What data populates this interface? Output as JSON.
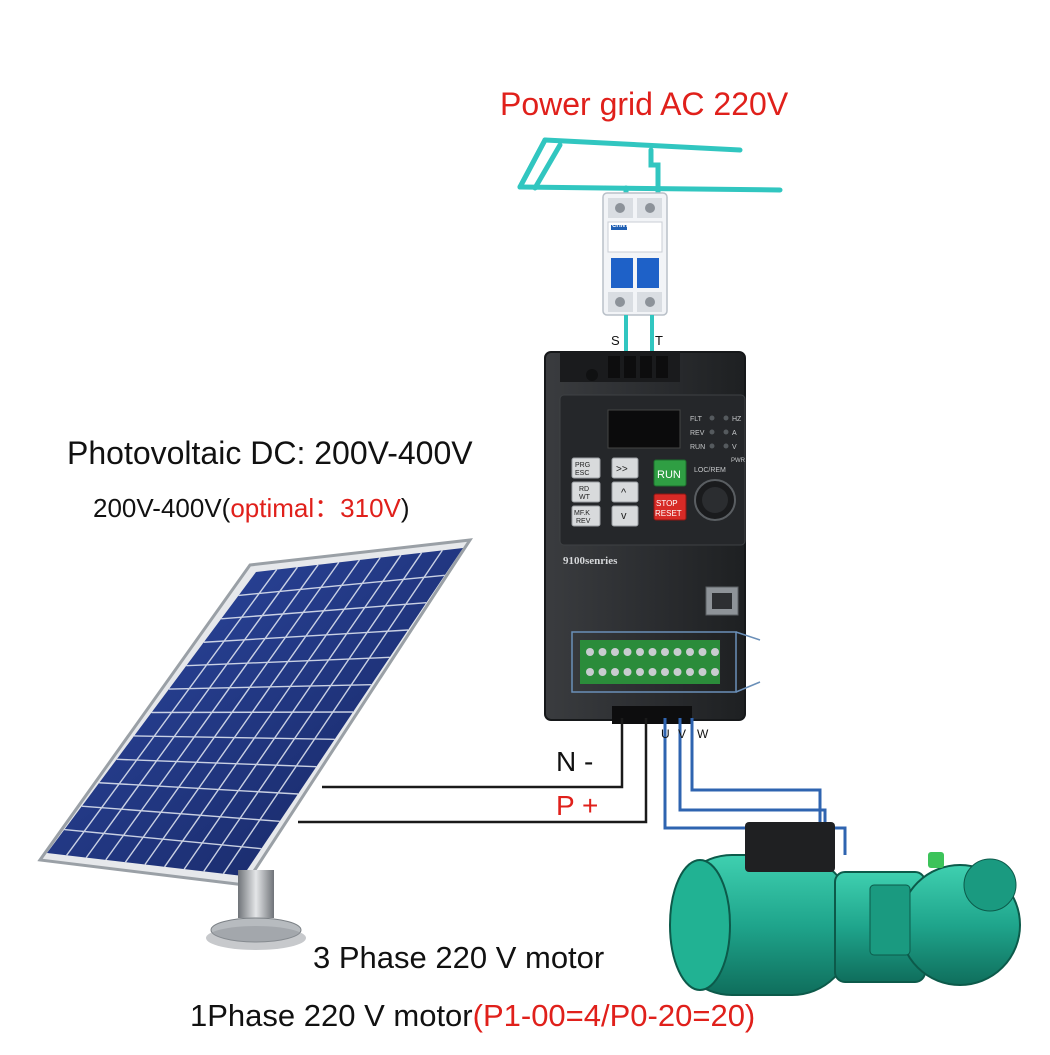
{
  "grid": {
    "title": "Power grid AC 220V",
    "terminal_s": "S",
    "terminal_t": "T"
  },
  "breaker": {
    "brand": "CHNT"
  },
  "pv": {
    "title": "Photovoltaic DC: 200V-400V",
    "range": "200V-400V",
    "paren_open": "(",
    "optimal": "optimal：310V",
    "paren_close": ")"
  },
  "inverter": {
    "series": "9100senries",
    "buttons": {
      "prg": "PRG\nESC",
      "shift": ">>",
      "run": "RUN",
      "rd": "RD\nWT",
      "up": "^",
      "mfk": "MF.K\nREV",
      "down": "v",
      "stop": "STOP\nRESET"
    },
    "indicators": {
      "flt": "FLT",
      "rev": "REV",
      "run": "RUN",
      "hz": "HZ",
      "a": "A",
      "v": "V",
      "pwr": "PWR",
      "locrem": "LOC/REM"
    },
    "out_u": "U",
    "out_v": "V",
    "out_w": "W"
  },
  "dc": {
    "neg": "N -",
    "pos": "P +"
  },
  "motor": {
    "three_phase": "3 Phase 220 V motor",
    "one_phase": "1Phase 220 V motor",
    "params": "(P1-00=4/P0-20=20)"
  },
  "colors": {
    "grid_wire": "#31c6c0",
    "red_text": "#e0201b",
    "motor_wire": "#2f64b0",
    "inverter_body": "#2e3033",
    "panel_blue": "#223a8a",
    "motor_green": "#1fa58c"
  }
}
